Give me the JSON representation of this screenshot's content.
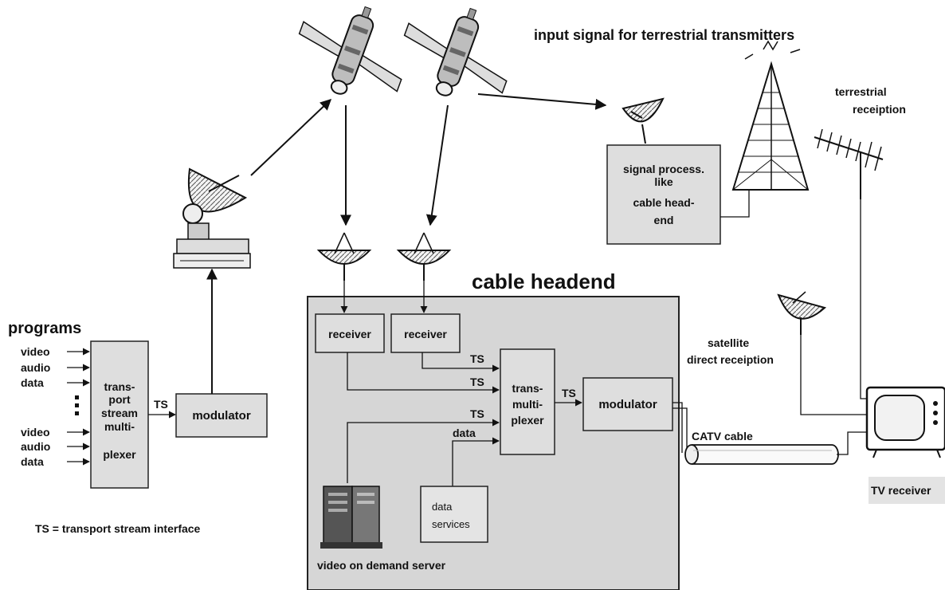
{
  "labels": {
    "title_terrestrial": "input signal for terrestrial transmitters",
    "terrestrial_reception_1": "terrestrial",
    "terrestrial_reception_2": "receiption",
    "signal_process_1": "signal process.",
    "signal_process_2": "like",
    "signal_process_3": "cable head-",
    "signal_process_4": "end",
    "cable_headend": "cable headend",
    "programs": "programs",
    "inputs": [
      "video",
      "audio",
      "data",
      "video",
      "audio",
      "data"
    ],
    "mux_lines": [
      "trans-",
      "port",
      "stream",
      "multi-",
      "plexer"
    ],
    "ts": "TS",
    "modulator": "modulator",
    "receiver": "receiver",
    "trans_mux_lines": [
      "trans-",
      "multi-",
      "plexer"
    ],
    "data_in": "data",
    "catv_cable": "CATV cable",
    "satellite_direct_1": "satellite",
    "satellite_direct_2": "direct receiption",
    "tv_receiver": "TV receiver",
    "vod_server": "video on demand server",
    "data_services_1": "data",
    "data_services_2": "services",
    "ts_legend": "TS = transport stream interface"
  },
  "icons": [
    "satellite-icon",
    "dish-antenna-icon",
    "uplink-station-icon",
    "transmitter-tower-icon",
    "yagi-antenna-icon",
    "television-icon",
    "server-rack-icon"
  ],
  "colors": {
    "box_fill": "#dedede",
    "headend_fill": "#d6d6d6",
    "line": "#111111"
  }
}
